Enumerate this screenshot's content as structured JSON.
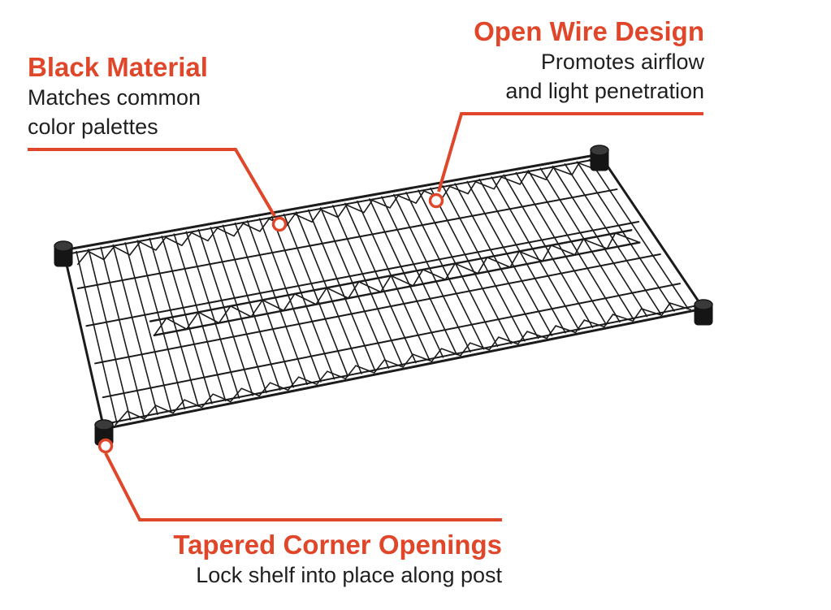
{
  "accent_color": "#e0472a",
  "shelf_color": "#1b1b1b",
  "callouts": {
    "black_material": {
      "title": "Black Material",
      "line1": "Matches common",
      "line2": "color palettes"
    },
    "open_wire": {
      "title": "Open Wire Design",
      "line1": "Promotes airflow",
      "line2": "and light penetration"
    },
    "tapered_corners": {
      "title": "Tapered Corner Openings",
      "line1": "Lock shelf into place along post"
    }
  }
}
